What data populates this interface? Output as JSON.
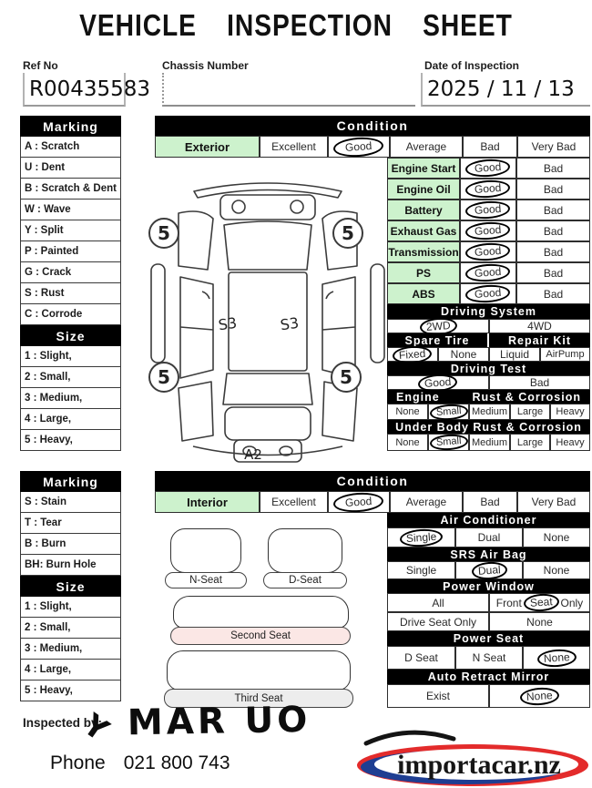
{
  "title": "VEHICLE INSPECTION SHEET",
  "fields": {
    "ref_no_label": "Ref No",
    "ref_no_value": "R00435583",
    "chassis_label": "Chassis Number",
    "chassis_value": "",
    "date_label": "Date of Inspection",
    "date_value": "2025 / 11 / 13"
  },
  "exterior_legend": {
    "marking_title": "Marking",
    "marking_rows": [
      "A : Scratch",
      "U : Dent",
      "B : Scratch & Dent",
      "W : Wave",
      "Y : Split",
      "P : Painted",
      "G : Crack",
      "S : Rust",
      "C : Corrode"
    ],
    "size_title": "Size",
    "size_rows": [
      "1 : Slight,",
      "2 : Small,",
      "3 : Medium,",
      "4 : Large,",
      "5 : Heavy,"
    ]
  },
  "interior_legend": {
    "marking_title": "Marking",
    "marking_rows": [
      "S : Stain",
      "T : Tear",
      "B : Burn",
      "BH: Burn Hole"
    ],
    "size_title": "Size",
    "size_rows": [
      "1 : Slight,",
      "2 : Small,",
      "3 : Medium,",
      "4 : Large,",
      "5 : Heavy,"
    ]
  },
  "exterior_condition": {
    "header": "Condition",
    "row_label": "Exterior",
    "options": [
      "Excellent",
      "Good",
      "Average",
      "Bad",
      "Very Bad"
    ],
    "selected": "Good"
  },
  "engine_checks": {
    "rows": [
      {
        "label": "Engine Start",
        "good": "Good",
        "bad": "Bad",
        "selected": "Good"
      },
      {
        "label": "Engine Oil",
        "good": "Good",
        "bad": "Bad",
        "selected": "Good"
      },
      {
        "label": "Battery",
        "good": "Good",
        "bad": "Bad",
        "selected": "Good"
      },
      {
        "label": "Exhaust Gas",
        "good": "Good",
        "bad": "Bad",
        "selected": "Good"
      },
      {
        "label": "Transmission",
        "good": "Good",
        "bad": "Bad",
        "selected": "Good"
      },
      {
        "label": "PS",
        "good": "Good",
        "bad": "Bad",
        "selected": "Good"
      },
      {
        "label": "ABS",
        "good": "Good",
        "bad": "Bad",
        "selected": "Good"
      }
    ]
  },
  "driving_system": {
    "title": "Driving System",
    "options": [
      "2WD",
      "4WD"
    ],
    "selected": "2WD"
  },
  "spare_tire": {
    "title": "Spare Tire",
    "options": [
      "Fixed",
      "None"
    ],
    "selected": "Fixed"
  },
  "repair_kit": {
    "title": "Repair Kit",
    "options": [
      "Liquid",
      "AirPump"
    ],
    "selected": ""
  },
  "driving_test": {
    "title": "Driving Test",
    "options": [
      "Good",
      "Bad"
    ],
    "selected": "Good"
  },
  "engine_rust": {
    "title_left": "Engine",
    "title_right": "Rust & Corrosion",
    "options": [
      "None",
      "Small",
      "Medium",
      "Large",
      "Heavy"
    ],
    "selected": "Small"
  },
  "underbody_rust": {
    "title": "Under Body Rust & Corrosion",
    "options": [
      "None",
      "Small",
      "Medium",
      "Large",
      "Heavy"
    ],
    "selected": "Small"
  },
  "interior_condition": {
    "header": "Condition",
    "row_label": "Interior",
    "options": [
      "Excellent",
      "Good",
      "Average",
      "Bad",
      "Very Bad"
    ],
    "selected": "Good"
  },
  "air_conditioner": {
    "title": "Air Conditioner",
    "options": [
      "Single",
      "Dual",
      "None"
    ],
    "selected": "Single"
  },
  "srs_airbag": {
    "title": "SRS Air Bag",
    "options": [
      "Single",
      "Dual",
      "None"
    ],
    "selected": "Dual"
  },
  "power_window": {
    "title": "Power Window",
    "row1_option": "All",
    "front_prefix": "Front",
    "front_circled": "Seat",
    "front_suffix": "Only",
    "row2_options": [
      "Drive Seat Only",
      "None"
    ],
    "selected": "Front Seat Only"
  },
  "power_seat": {
    "title": "Power Seat",
    "options": [
      "D Seat",
      "N Seat",
      "None"
    ],
    "selected": "None"
  },
  "auto_retract_mirror": {
    "title": "Auto Retract Mirror",
    "options": [
      "Exist",
      "None"
    ],
    "selected": "None"
  },
  "exterior_diagram": {
    "wheel_marks": [
      "5",
      "5",
      "5",
      "5"
    ],
    "side_mark_left": "S3",
    "side_mark_right": "S3",
    "rear_mark": "A2"
  },
  "interior_diagram": {
    "n_seat": "N-Seat",
    "d_seat": "D-Seat",
    "second_seat": "Second Seat",
    "third_seat": "Third Seat"
  },
  "footer": {
    "inspected_by_label": "Inspected by:",
    "signature_initial": "Y",
    "signature_name": "MAR UO",
    "phone_label": "Phone",
    "phone_number": "021 800 743",
    "logo_text": "importacar.nz"
  },
  "colors": {
    "highlight_green": "#cdf2cd",
    "second_seat_pink": "#fbe7e5",
    "third_seat_gray": "#ededed",
    "logo_red": "#e32b2b",
    "logo_blue": "#1e3e92"
  }
}
